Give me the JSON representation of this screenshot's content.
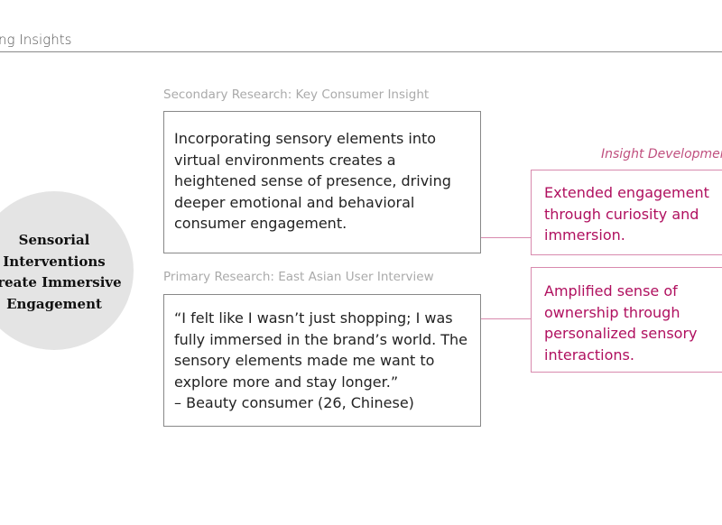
{
  "header": {
    "title": "ng Insights"
  },
  "circle": {
    "lines": [
      "Sensorial",
      "Interventions",
      "Create Immersive",
      "Engagement"
    ]
  },
  "secondary": {
    "label": "Secondary Research: Key Consumer Insight",
    "text": "Incorporating sensory elements into virtual environments creates a heightened sense of presence, driving deeper emotional and behavioral consumer engagement."
  },
  "primary": {
    "label": "Primary Research: East Asian User Interview",
    "quote": "“I felt like I wasn’t just shopping; I was fully immersed in the brand’s world. The sensory elements made me want to explore more and stay longer.”",
    "attribution": "– Beauty consumer (26, Chinese)"
  },
  "insights": {
    "label": "Insight Development",
    "items": [
      "Extended engagement through curiosity and immersion.",
      "Amplified sense of ownership through personalized sensory interactions."
    ]
  },
  "colors": {
    "accent": "#b0105f",
    "accent_line": "#d88aae"
  }
}
